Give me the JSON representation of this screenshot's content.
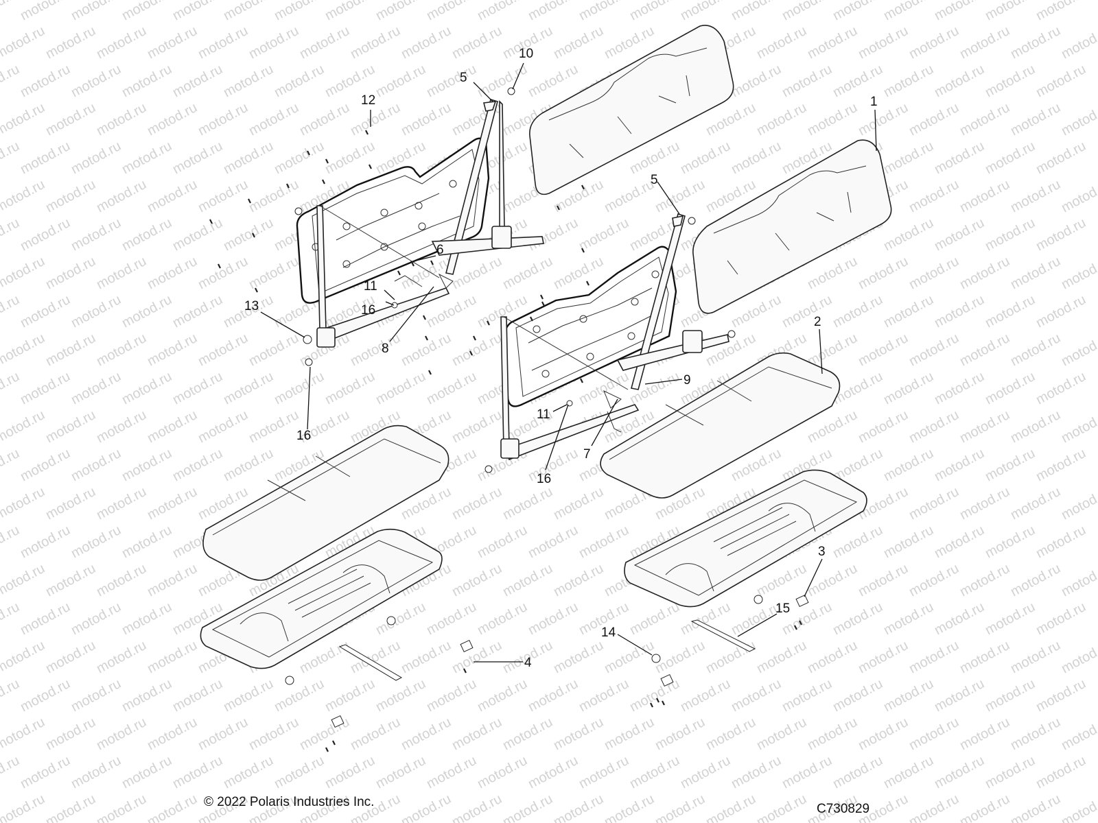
{
  "watermark": "motod.ru",
  "callouts": [
    "1",
    "2",
    "3",
    "4",
    "5",
    "5",
    "6",
    "7",
    "8",
    "9",
    "10",
    "11",
    "11",
    "12",
    "13",
    "14",
    "15",
    "16",
    "16",
    "16"
  ],
  "footer": {
    "copyright": "© 2022 Polaris Industries Inc.",
    "figure_id": "C730829"
  }
}
